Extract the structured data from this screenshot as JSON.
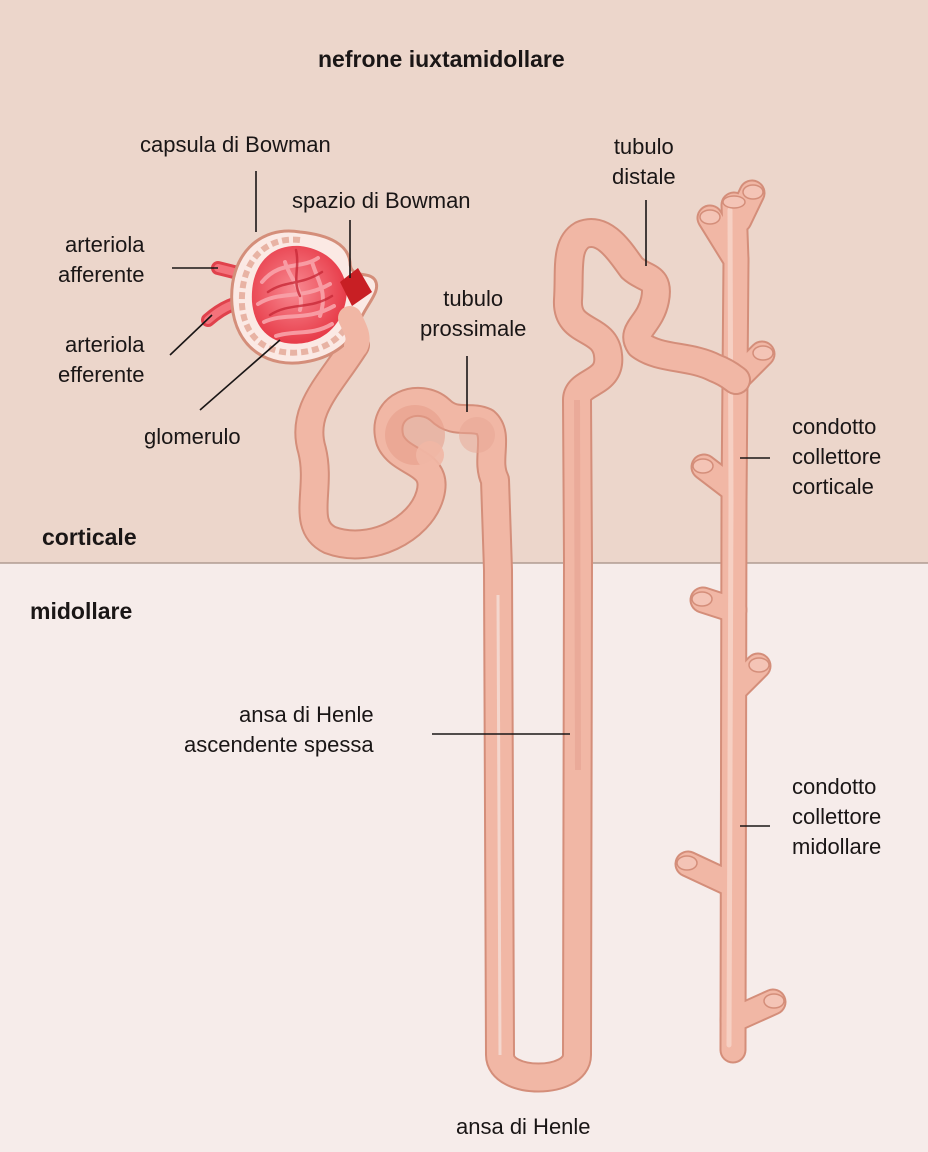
{
  "title": "nefrone iuxtamidollare",
  "zones": {
    "cortex": "corticale",
    "medulla": "midollare"
  },
  "labels": {
    "bowman_capsule": "capsula di Bowman",
    "bowman_space": "spazio di Bowman",
    "afferent_arteriole": [
      "arteriola",
      "afferente"
    ],
    "efferent_arteriole": [
      "arteriola",
      "efferente"
    ],
    "glomerulus": "glomerulo",
    "proximal_tubule": [
      "tubulo",
      "prossimale"
    ],
    "distal_tubule": [
      "tubulo",
      "distale"
    ],
    "cortical_collecting_duct": [
      "condotto",
      "collettore",
      "corticale"
    ],
    "thick_ascending_limb": [
      "ansa di Henle",
      "ascendente spessa"
    ],
    "medullary_collecting_duct": [
      "condotto",
      "collettore",
      "midollare"
    ],
    "loop_of_henle": "ansa di Henle"
  },
  "colors": {
    "cortex_background": "#ecd6cb",
    "medulla_background": "#f6ecea",
    "boundary_line": "#b09b92",
    "tubule_fill": "#f1b7a5",
    "tubule_edge": "#d48e7a",
    "glomerulus_red": "#ec3a48",
    "glomerulus_light": "#f6808a",
    "label_text": "#1a1616"
  }
}
